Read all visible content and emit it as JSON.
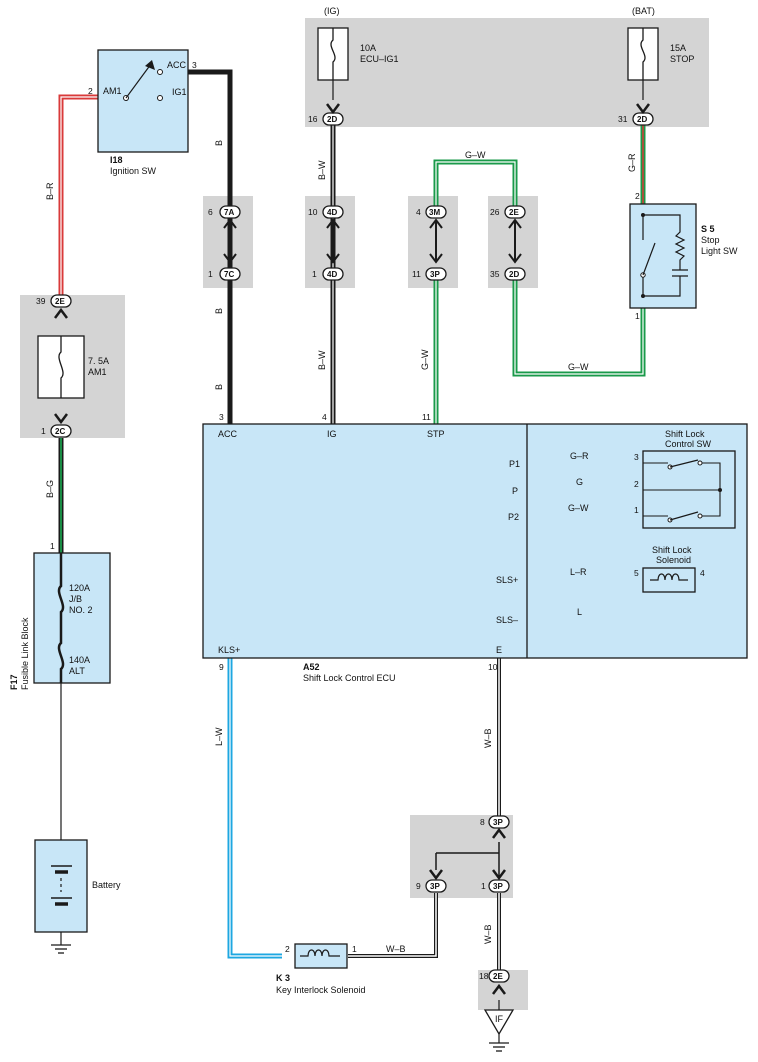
{
  "title": "",
  "colors": {
    "panel": "#c8e6f7",
    "shade": "#d4d4d4",
    "black": "#1a1a1a",
    "red": "#d93a3a",
    "green": "#1a9a4a",
    "blue": "#1ea7e1"
  },
  "fuse_box_ig": {
    "label": "(IG)",
    "fuse_rating": "10A",
    "fuse_name": "ECU–IG1",
    "pin": "16",
    "conn": "2D"
  },
  "fuse_box_bat": {
    "label": "(BAT)",
    "fuse_rating": "15A",
    "fuse_name": "STOP",
    "pin": "31",
    "conn": "2D"
  },
  "ignition_sw": {
    "code": "I18",
    "name": "Ignition SW",
    "am1": "AM1",
    "acc": "ACC",
    "ig1": "IG1",
    "pin_am1": "2",
    "pin_acc": "3"
  },
  "am1_fuse": {
    "rating": "7. 5A",
    "name": "AM1",
    "pin_top": "39",
    "conn_top": "2E",
    "pin_bot": "1",
    "conn_bot": "2C"
  },
  "fusible_link": {
    "code": "F17",
    "name": "Fusible Link Block",
    "pin": "1",
    "f1_rating": "120A",
    "f1_name1": "J/B",
    "f1_name2": "NO. 2",
    "f2_rating": "140A",
    "f2_name": "ALT"
  },
  "battery": {
    "name": "Battery"
  },
  "stop_light_sw": {
    "code": "S 5",
    "name1": "Stop",
    "name2": "Light SW",
    "pin_top": "2",
    "pin_bot": "1"
  },
  "ecu": {
    "code": "A52",
    "name": "Shift Lock Control ECU",
    "pin_acc": "3",
    "label_acc": "ACC",
    "pin_ig": "4",
    "label_ig": "IG",
    "pin_stp": "11",
    "label_stp": "STP",
    "label_p1": "P1",
    "label_p": "P",
    "label_p2": "P2",
    "label_slsp": "SLS+",
    "label_slsm": "SLS–",
    "pin_kls": "9",
    "label_kls": "KLS+",
    "pin_e": "10",
    "label_e": "E"
  },
  "shift_lock_sw": {
    "name1": "Shift Lock",
    "name2": "Control SW",
    "pin_p1": "3",
    "pin_p": "2",
    "pin_p2": "1"
  },
  "shift_lock_solenoid": {
    "name1": "Shift Lock",
    "name2": "Solenoid",
    "pin_in": "5",
    "pin_out": "4"
  },
  "key_interlock": {
    "code": "K 3",
    "name": "Key Interlock Solenoid",
    "pin_left": "2",
    "pin_right": "1"
  },
  "connectors": {
    "c7a": {
      "pin": "6",
      "conn": "7A"
    },
    "c7c": {
      "pin": "1",
      "conn": "7C"
    },
    "c4d_top": {
      "pin": "10",
      "conn": "4D"
    },
    "c4d_bot": {
      "pin": "1",
      "conn": "4D"
    },
    "c3m": {
      "pin": "4",
      "conn": "3M"
    },
    "c3p_stp": {
      "pin": "11",
      "conn": "3P"
    },
    "c2e_top": {
      "pin": "26",
      "conn": "2E"
    },
    "c2d_35": {
      "pin": "35",
      "conn": "2D"
    },
    "c3p_8": {
      "pin": "8",
      "conn": "3P"
    },
    "c3p_9": {
      "pin": "9",
      "conn": "3P"
    },
    "c3p_1": {
      "pin": "1",
      "conn": "3P"
    },
    "c2e_18": {
      "pin": "18",
      "conn": "2E"
    }
  },
  "ground": {
    "label": "IF"
  },
  "wires": {
    "br": "B–R",
    "b1": "B",
    "b2": "B",
    "b3": "B",
    "bw1": "B–W",
    "bw2": "B–W",
    "gw_top": "G–W",
    "gw_stp": "G–W",
    "gw_bottom": "G–W",
    "gr": "G–R",
    "bg": "B–G",
    "gr_p1": "G–R",
    "g_p": "G",
    "gw_p2": "G–W",
    "lr": "L–R",
    "l": "L",
    "lw": "L–W",
    "wb1": "W–B",
    "wb2": "W–B",
    "wb3": "W–B"
  }
}
